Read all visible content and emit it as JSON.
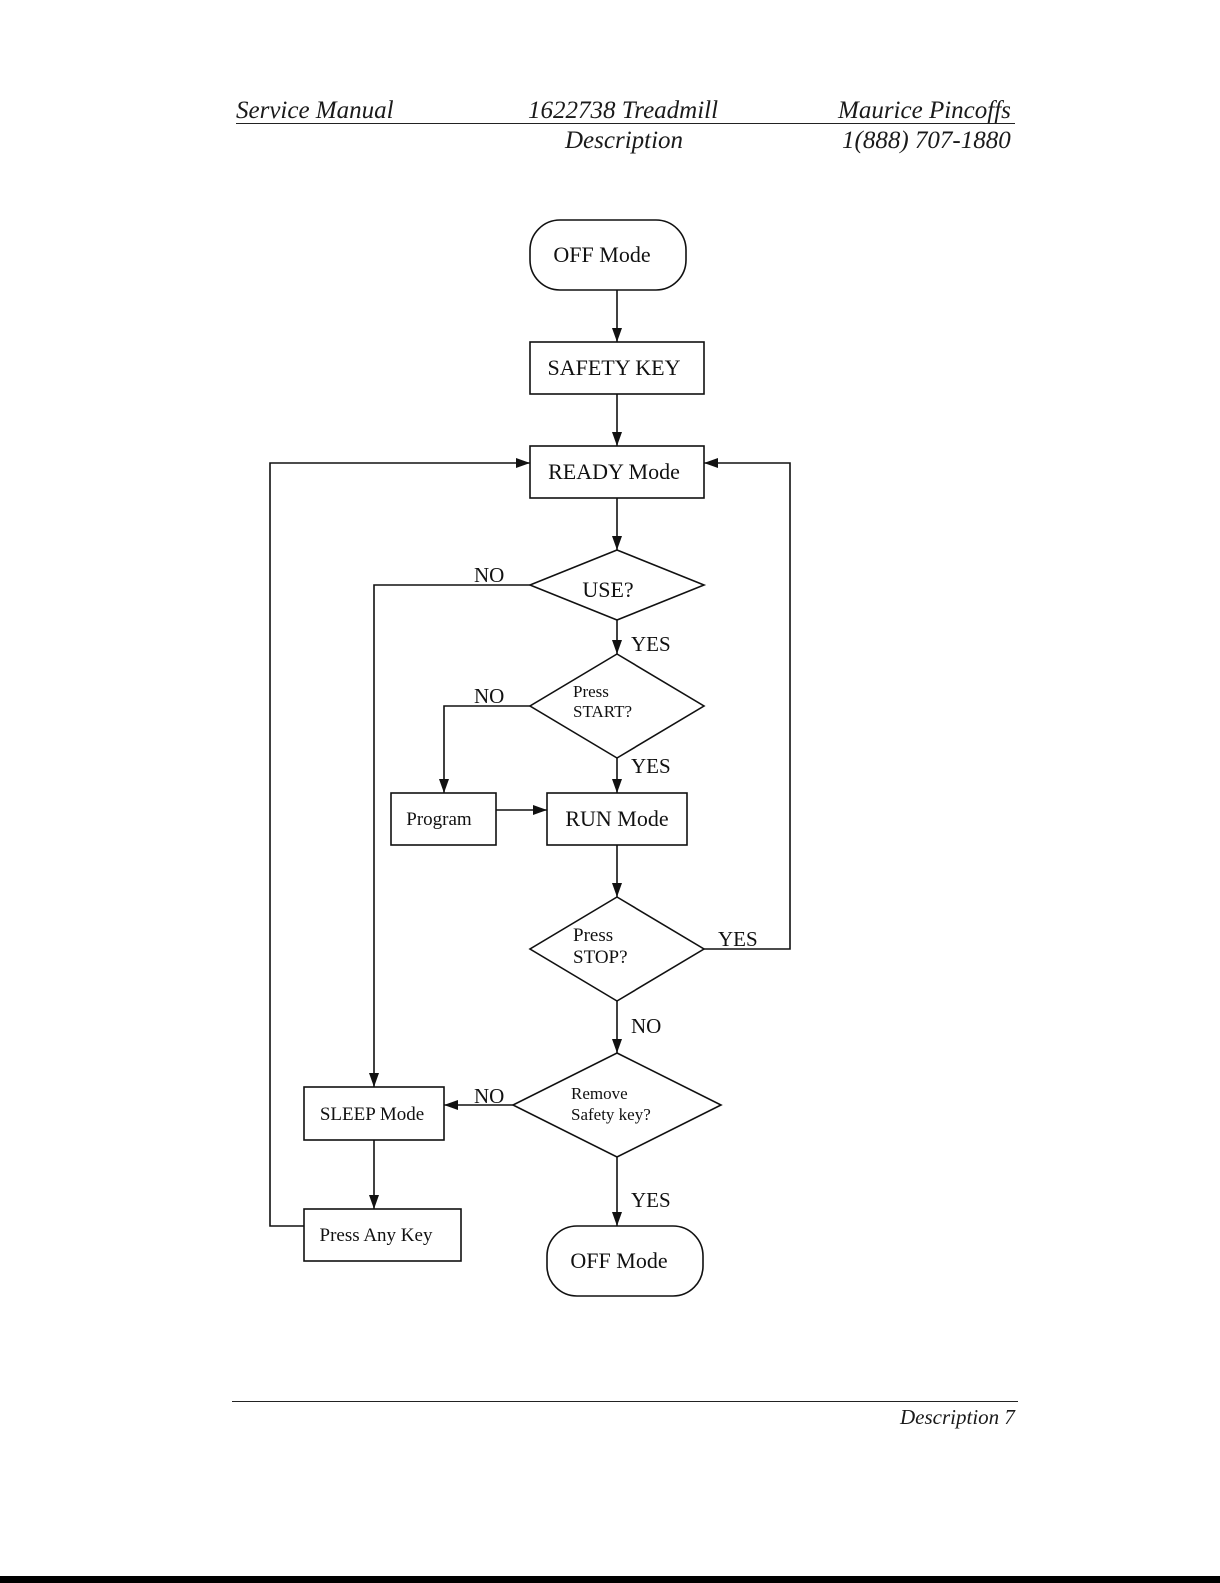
{
  "header": {
    "left": "Service Manual",
    "center_line1": "1622738 Treadmill",
    "center_line2": "Description",
    "right_line1": "Maurice Pincoffs",
    "right_line2": "1(888) 707-1880"
  },
  "footer": {
    "page_label": "Description 7"
  },
  "flowchart": {
    "off_mode_top": "OFF Mode",
    "safety_key": "SAFETY KEY",
    "ready_mode": "READY Mode",
    "use_q": "USE?",
    "press_start_q": [
      "Press",
      "START?"
    ],
    "program": "Program",
    "run_mode": "RUN Mode",
    "press_stop_q": [
      "Press",
      "STOP?"
    ],
    "remove_safety_q": [
      "Remove",
      "Safety key?"
    ],
    "sleep_mode": "SLEEP Mode",
    "press_any_key": "Press Any Key",
    "off_mode_bottom": "OFF Mode",
    "labels": {
      "yes": "YES",
      "no": "NO"
    }
  }
}
